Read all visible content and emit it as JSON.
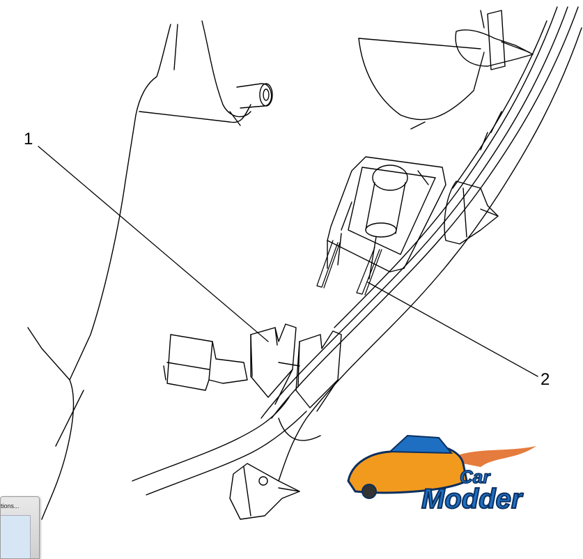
{
  "diagram": {
    "callouts": [
      {
        "label": "1"
      },
      {
        "label": "2"
      }
    ]
  },
  "logo": {
    "line1": "Car",
    "line2": "Modder",
    "colors": {
      "car_body": "#f29a1e",
      "text_fill": "#1e6fc2",
      "text_outline": "#0b2f5e",
      "flame": "#e0641a"
    }
  },
  "popup": {
    "label": "tions..."
  }
}
